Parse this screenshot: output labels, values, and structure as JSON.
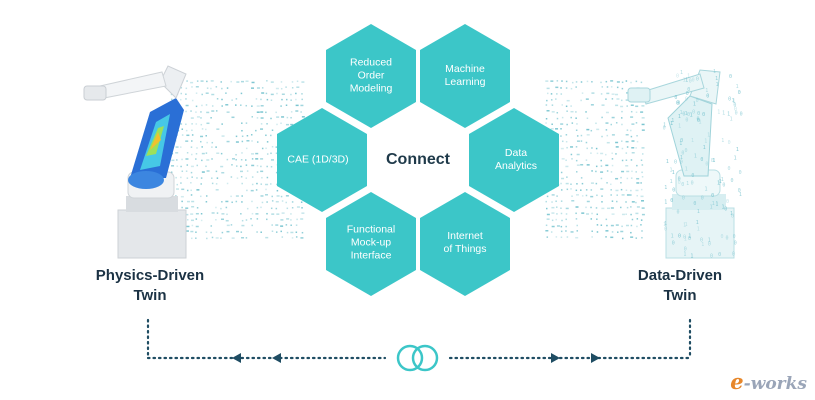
{
  "hexagons": {
    "reduced_order": "Reduced\nOrder\nModeling",
    "machine_learning": "Machine\nLearning",
    "cae": "CAE (1D/3D)",
    "data_analytics": "Data\nAnalytics",
    "fmi": "Functional\nMock-up\nInterface",
    "iot": "Internet\nof Things"
  },
  "center": "Connect",
  "twins": {
    "physics": "Physics-Driven\nTwin",
    "data": "Data-Driven\nTwin"
  },
  "logo": {
    "e": "e",
    "rest": "-works"
  },
  "colors": {
    "hex_fill": "#3cc6c8",
    "text_dark": "#1b3244",
    "arrow": "#1f4d63"
  }
}
